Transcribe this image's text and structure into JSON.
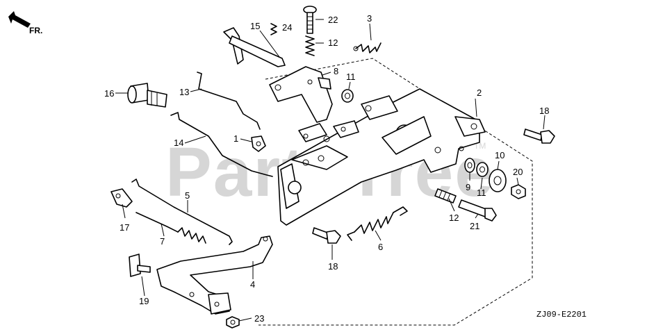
{
  "diagram": {
    "direction_marker": "FR.",
    "watermark": "PartsTree",
    "watermark_tm": "TM",
    "drawing_code": "ZJ09-E2201",
    "callouts": {
      "p1": "1",
      "p2": "2",
      "p3": "3",
      "p4": "4",
      "p5": "5",
      "p6": "6",
      "p7": "7",
      "p8": "8",
      "p9": "9",
      "p10": "10",
      "p11a": "11",
      "p11b": "11",
      "p12a": "12",
      "p12b": "12",
      "p13": "13",
      "p14": "14",
      "p15": "15",
      "p16": "16",
      "p17": "17",
      "p18a": "18",
      "p18b": "18",
      "p19": "19",
      "p20": "20",
      "p21": "21",
      "p22": "22",
      "p23": "23",
      "p24": "24"
    }
  }
}
